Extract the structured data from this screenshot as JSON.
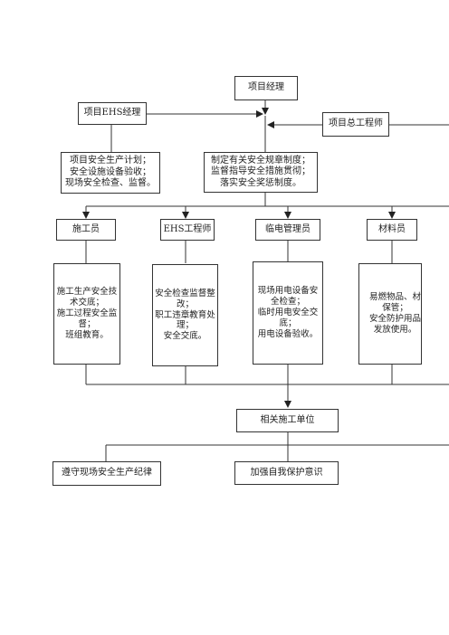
{
  "diagram": {
    "project_manager": "项目经理",
    "ehs_manager": "项目EHS经理",
    "chief_engineer": "项目总工程师",
    "ehs_manager_duties": "项目安全生产计划；\n安全设施设备验收；\n现场安全检查、监督。",
    "pm_duties": "制定有关安全规章制度；\n监督指导安全措施贯彻；\n落实安全奖惩制度。",
    "roles": {
      "construction_staff": "施工员",
      "ehs_engineer": "EHS工程师",
      "temp_power_manager": "临电管理员",
      "material_staff": "材料员"
    },
    "role_duties": {
      "construction_staff": "施工生产安全技\n术交底；\n施工过程安全监\n督；\n班组教育。",
      "ehs_engineer": "安全检查监督整\n改；\n职工违章教育处\n理；\n安全交底。",
      "temp_power_manager": "现场用电设备安\n全检查；\n临时用电安全交\n底；\n用电设备验收。",
      "material_staff": "易燃物品、材\n保管；\n安全防护用品\n发放使用。"
    },
    "subcontractors": "相关施工单位",
    "sub_duties": {
      "discipline": "遵守现场安全生产纪律",
      "self_protection": "加强自我保护意识"
    }
  }
}
